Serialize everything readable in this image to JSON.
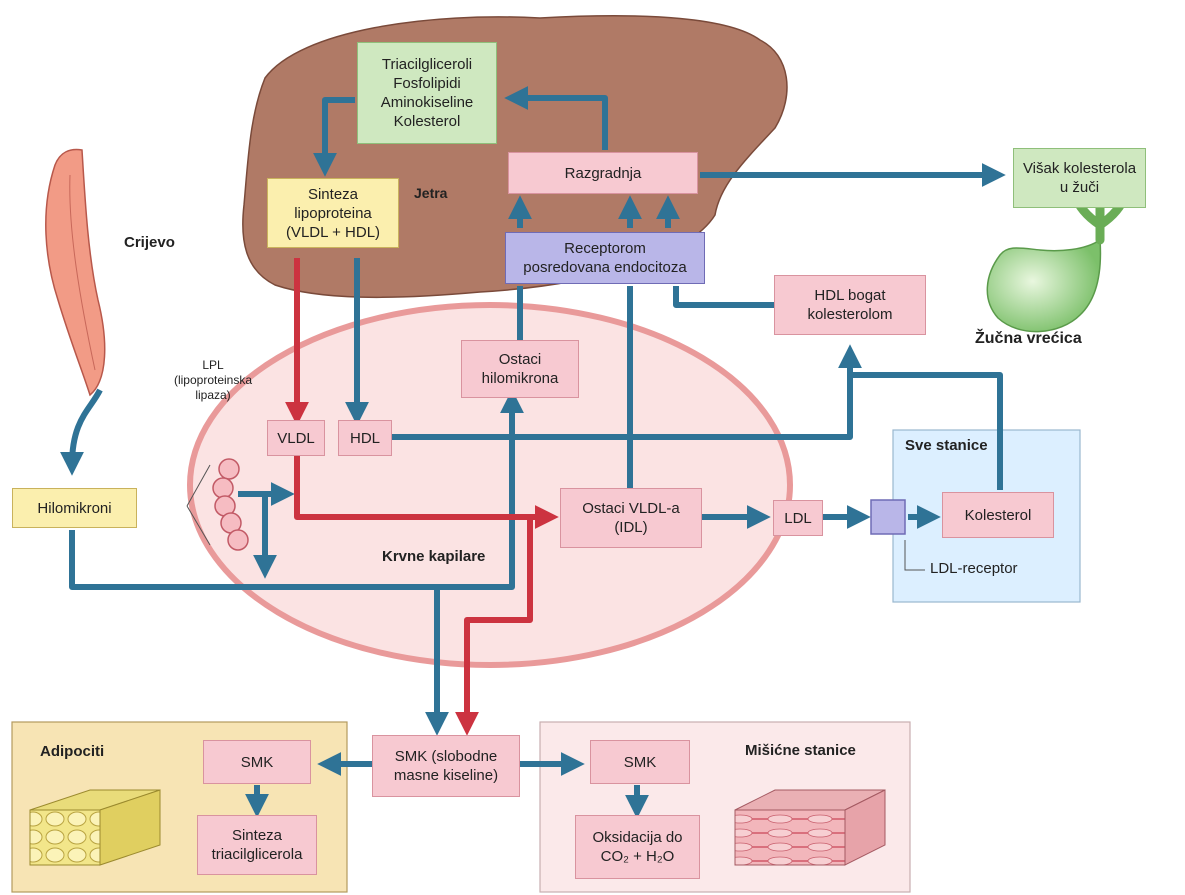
{
  "boxes": {
    "liver_nutrients": "Triacilgliceroli\nFosfolipidi\nAminokiseline\nKolesterol",
    "razgradnja": "Razgradnja",
    "sinteza_lipoproteina": "Sinteza\nlipoproteina\n(VLDL + HDL)",
    "receptor_endocitoza": "Receptorom\nposredovana endocitoza",
    "visak_kolesterola": "Višak kolesterola\nu žuči",
    "hdl_bogat": "HDL bogat\nkolesterolom",
    "ostaci_hilomikrona": "Ostaci\nhilomikrona",
    "vldl": "VLDL",
    "hdl": "HDL",
    "hilomikroni": "Hilomikroni",
    "ostaci_vldl": "Ostaci VLDL-a\n(IDL)",
    "ldl": "LDL",
    "kolesterol": "Kolesterol",
    "smk_center": "SMK (slobodne\nmasne kiseline)",
    "smk_adipo": "SMK",
    "sinteza_tag": "Sinteza\ntriacilglicerola",
    "smk_misic": "SMK",
    "oksidacija": "Oksidacija do\nCO₂ + H₂O"
  },
  "labels": {
    "jetra": "Jetra",
    "crijevo": "Crijevo",
    "lpl": "LPL\n(lipoproteinska\nlipaza)",
    "krvne_kapilare": "Krvne kapilare",
    "sve_stanice": "Sve stanice",
    "ldl_receptor": "LDL-receptor",
    "zucna_vrecica": "Žučna vrećica",
    "adipociti": "Adipociti",
    "misicne_stanice": "Mišićne stanice"
  },
  "colors": {
    "blue_arrow": "#2f7396",
    "red_arrow": "#cc3340",
    "liver": "#b07a66",
    "capillary_fill": "#fbe3e3",
    "capillary_stroke": "#e99a9a",
    "sve_stanice_bg": "#dcefff",
    "adipociti_bg": "#f7e4b4",
    "misicne_bg": "#fbe9ea"
  }
}
